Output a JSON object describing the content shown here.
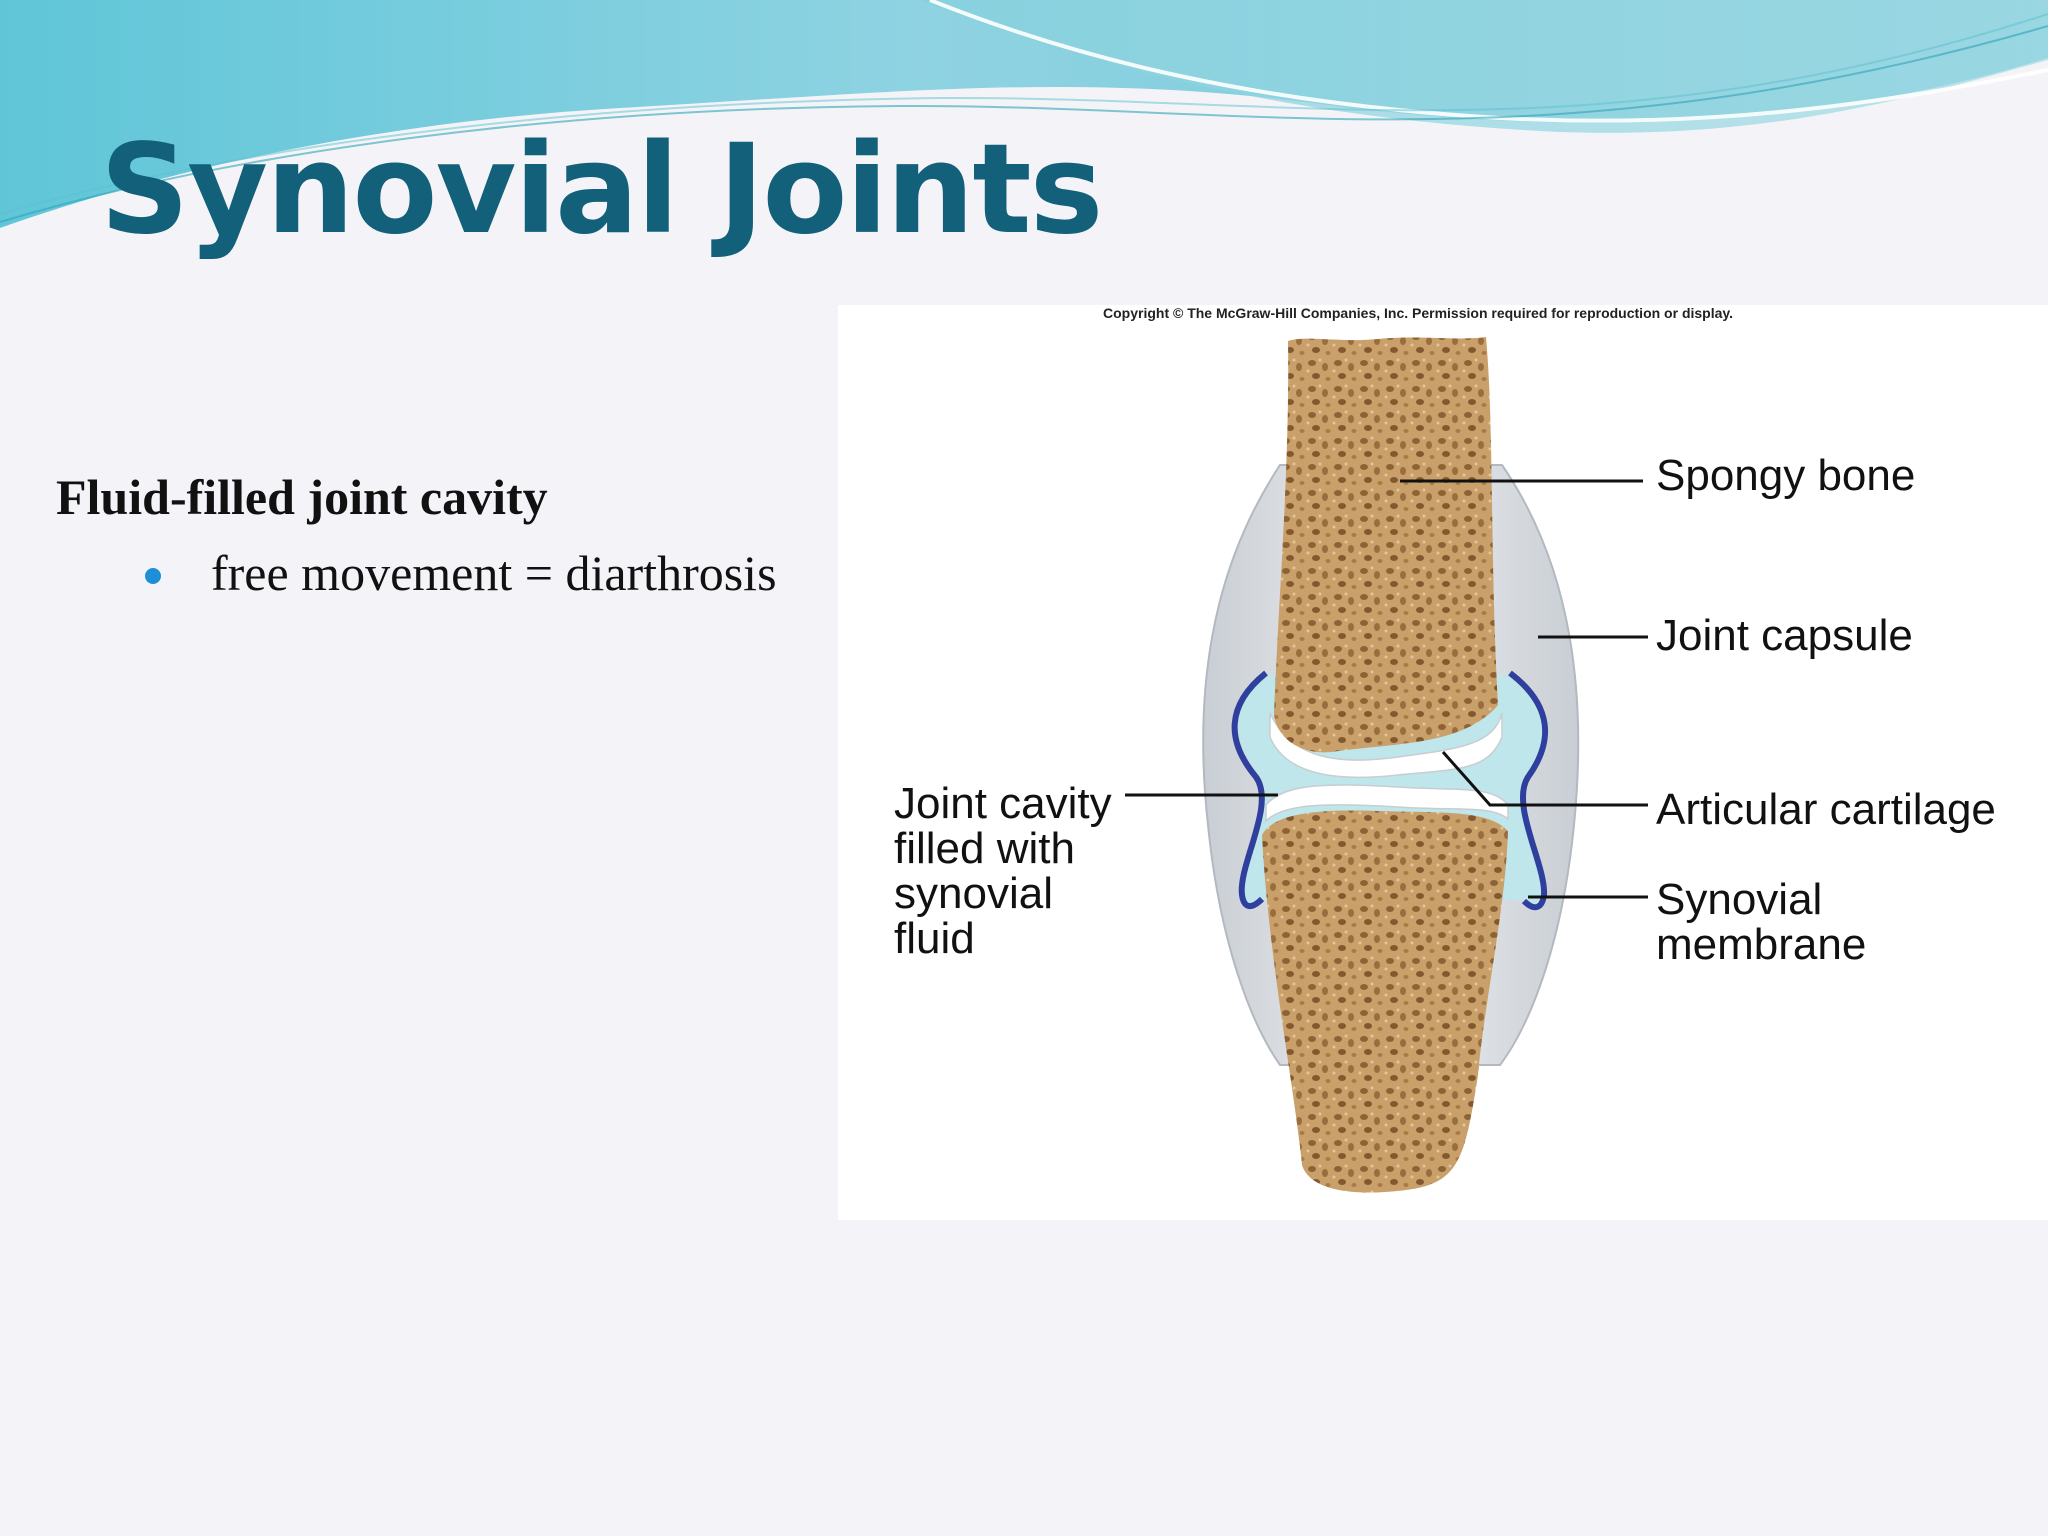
{
  "slide": {
    "title": "Synovial Joints",
    "heading": "Fluid-filled joint cavity",
    "bullets": [
      "free movement = diarthrosis"
    ]
  },
  "figure": {
    "copyright": "Copyright © The McGraw-Hill Companies, Inc. Permission required for reproduction or display.",
    "labels": {
      "spongy_bone": "Spongy bone",
      "joint_capsule": "Joint capsule",
      "articular_cartilage": "Articular cartilage",
      "synovial_membrane_line1": "Synovial",
      "synovial_membrane_line2": "membrane",
      "joint_cavity_line1": "Joint cavity",
      "joint_cavity_line2": "filled with",
      "joint_cavity_line3": "synovial",
      "joint_cavity_line4": "fluid"
    }
  },
  "colors": {
    "title": "#13607a",
    "bullet": "#1e8fd6",
    "bone": "#c9a06a",
    "synovial_fluid": "#bfe6ea",
    "synovial_membrane": "#2f3f9e",
    "capsule": "#d9dde2"
  },
  "icons": {
    "bullet": "round-bullet-icon"
  }
}
